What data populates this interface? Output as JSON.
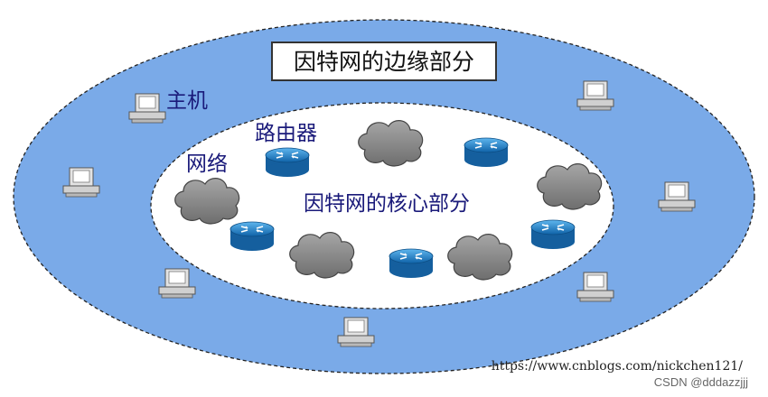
{
  "labels": {
    "edge_title": "因特网的边缘部分",
    "host": "主机",
    "router": "路由器",
    "network": "网络",
    "core": "因特网的核心部分"
  },
  "footer": {
    "url": "https://www.cnblogs.com/nickchen121/",
    "csdn": "CSDN @dddazzjjj"
  },
  "colors": {
    "edge_region": "#7aaae8",
    "core_region": "#ffffff",
    "cloud": "#8a8a8a",
    "router": "#1f82c9"
  }
}
